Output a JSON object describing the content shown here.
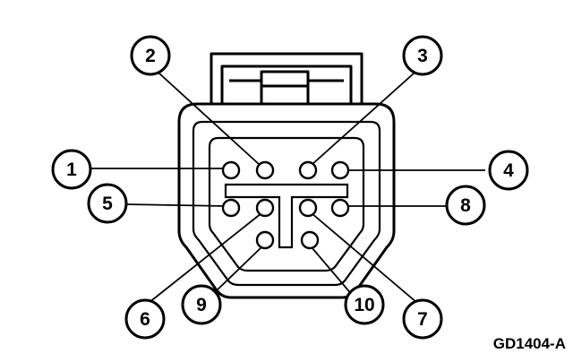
{
  "figure_id": "GD1404-A",
  "pins": [
    {
      "label": "1"
    },
    {
      "label": "2"
    },
    {
      "label": "3"
    },
    {
      "label": "4"
    },
    {
      "label": "5"
    },
    {
      "label": "6"
    },
    {
      "label": "7"
    },
    {
      "label": "8"
    },
    {
      "label": "9"
    },
    {
      "label": "10"
    }
  ]
}
